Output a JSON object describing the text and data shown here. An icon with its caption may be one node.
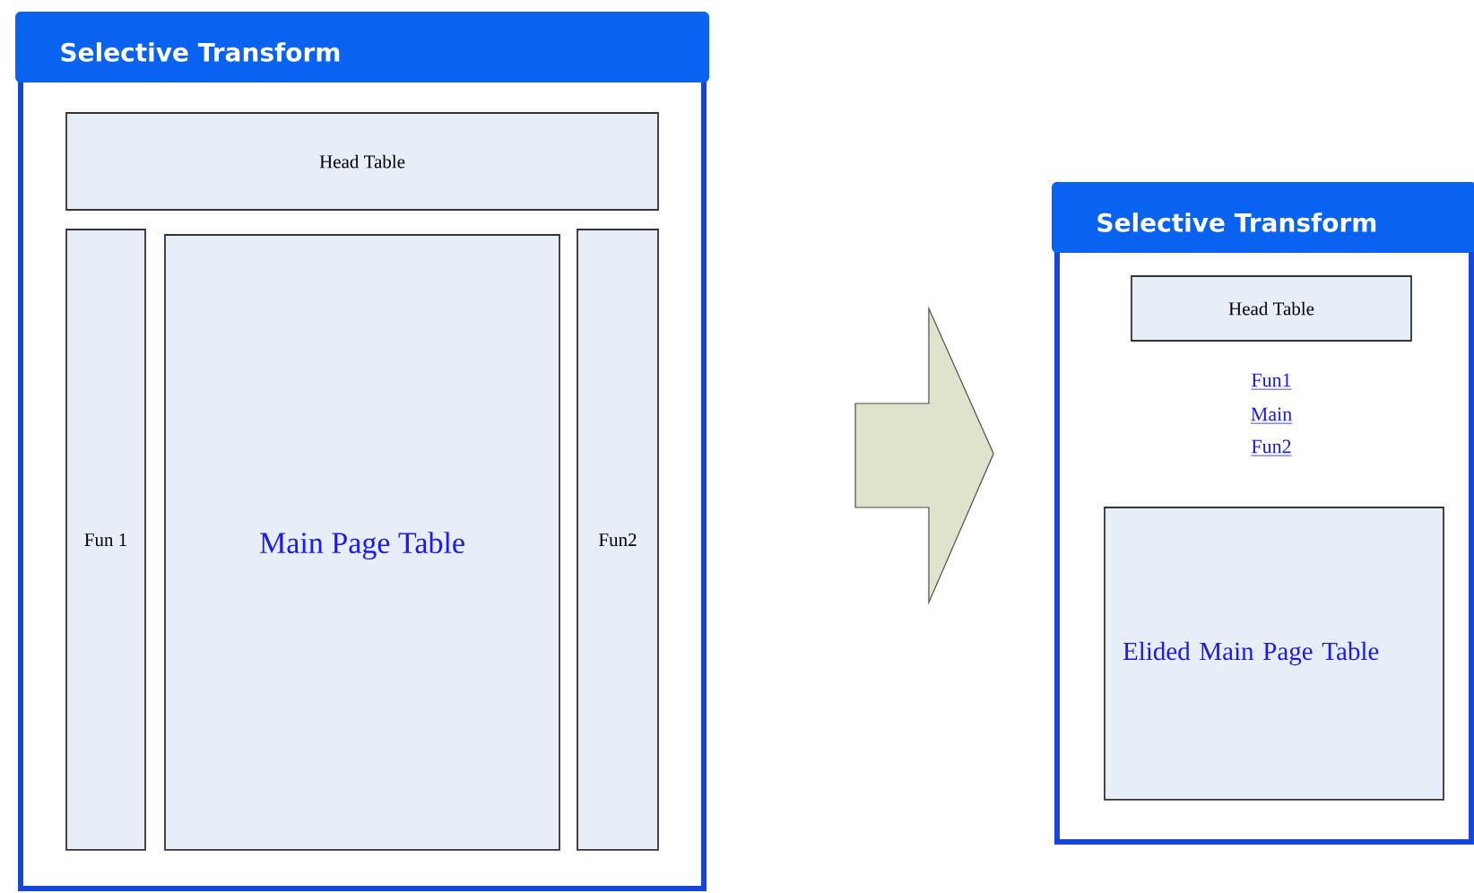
{
  "diagram": {
    "nodes": [
      {
        "text": [
          "Selective Transform"
        ]
      },
      {
        "text": [
          "Head Table"
        ],
        "in": 0
      },
      {
        "text": [
          "Fun 1"
        ],
        "in": 0
      },
      {
        "text": [
          "Main Page Table"
        ],
        "in": 0
      },
      {
        "text": [
          "Fun2"
        ],
        "in": 0
      },
      {
        "text": [
          "Selective Transform"
        ]
      },
      {
        "text": [
          "Head Table"
        ],
        "in": 5
      },
      {
        "text": [
          "Elided Main Page Table"
        ],
        "in": 5
      }
    ],
    "edges": [
      {
        "from": 0,
        "to": 5,
        "arrow": "to"
      }
    ],
    "labels": [
      "Fun1",
      "Main",
      "Fun2"
    ]
  }
}
